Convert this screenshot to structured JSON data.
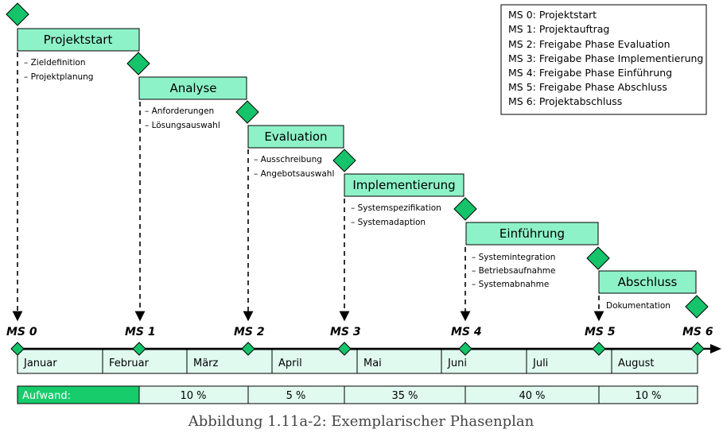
{
  "legend": {
    "items": [
      "MS 0: Projektstart",
      "MS 1: Projektauftrag",
      "MS 2: Freigabe Phase Evaluation",
      "MS 3: Freigabe Phase Implementierung",
      "MS 4: Freigabe Phase Einführung",
      "MS 5: Freigabe Phase Abschluss",
      "MS 6: Projektabschluss"
    ]
  },
  "phases": [
    {
      "label": "Projektstart",
      "tasks": [
        "– Zieldefinition",
        "– Projektplanung"
      ]
    },
    {
      "label": "Analyse",
      "tasks": [
        "– Anforderungen",
        "– Lösungsauswahl"
      ]
    },
    {
      "label": "Evaluation",
      "tasks": [
        "– Ausschreibung",
        "– Angebotsauswahl"
      ]
    },
    {
      "label": "Implementierung",
      "tasks": [
        "– Systemspezifikation",
        "– Systemadaption"
      ]
    },
    {
      "label": "Einführung",
      "tasks": [
        "– Systemintegration",
        "– Betriebsaufnahme",
        "– Systemabnahme"
      ]
    },
    {
      "label": "Abschluss",
      "tasks": [
        "Dokumentation"
      ]
    }
  ],
  "milestones": [
    "MS 0",
    "MS 1",
    "MS 2",
    "MS 3",
    "MS 4",
    "MS 5",
    "MS 6"
  ],
  "months": [
    "Januar",
    "Februar",
    "März",
    "April",
    "Mai",
    "Juni",
    "Juli",
    "August"
  ],
  "effort": {
    "label": "Aufwand:",
    "values": [
      "10 %",
      "5 %",
      "35 %",
      "40 %",
      "10 %"
    ]
  },
  "caption": "Abbildung 1.11a-2: Exemplarischer Phasenplan",
  "colors": {
    "phase_fill": "#8ef2c8",
    "milestone_fill": "#15c46a",
    "month_fill": "#e0faf0",
    "effort_label_fill": "#17cc6b"
  }
}
